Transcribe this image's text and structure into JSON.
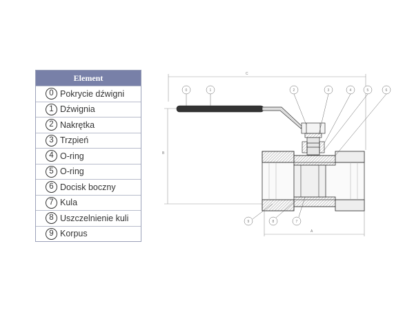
{
  "legend": {
    "header": "Element",
    "items": [
      {
        "num": "0",
        "label": "Pokrycie dźwigni"
      },
      {
        "num": "1",
        "label": "Dźwignia"
      },
      {
        "num": "2",
        "label": "Nakrętka"
      },
      {
        "num": "3",
        "label": "Trzpień"
      },
      {
        "num": "4",
        "label": "O-ring"
      },
      {
        "num": "5",
        "label": "O-ring"
      },
      {
        "num": "6",
        "label": "Docisk boczny"
      },
      {
        "num": "7",
        "label": "Kula"
      },
      {
        "num": "8",
        "label": "Uszczelnienie kuli"
      },
      {
        "num": "9",
        "label": "Korpus"
      }
    ]
  },
  "drawing": {
    "top_callouts": [
      "0",
      "1",
      "2",
      "3",
      "4",
      "5",
      "6"
    ],
    "bottom_callouts": [
      "9",
      "8",
      "7"
    ],
    "dims": {
      "c": "C",
      "b": "B",
      "a": "A"
    }
  }
}
